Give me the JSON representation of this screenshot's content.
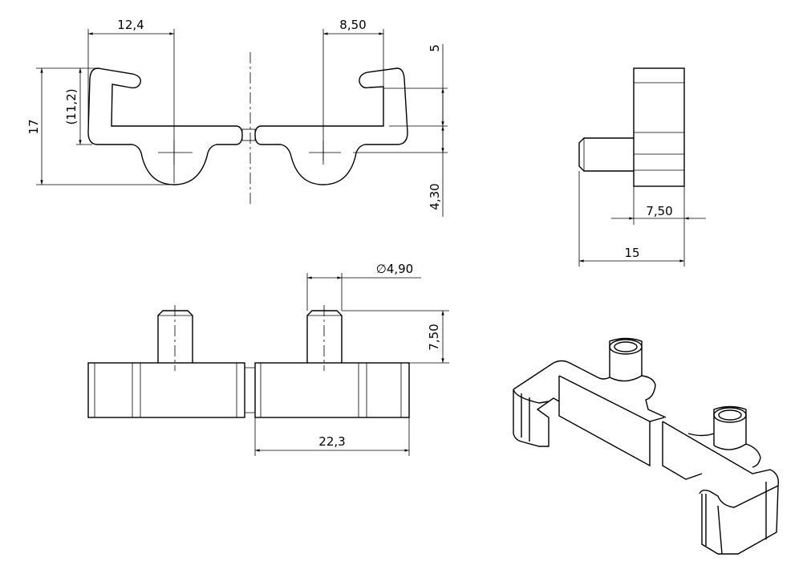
{
  "drawing": {
    "top_view": {
      "width_left_to_center": "12,4",
      "width_right_center": "8,50",
      "height_total": "17",
      "height_reference": "(11,2)",
      "hook_depth": "5",
      "offset": "4,30"
    },
    "side_view": {
      "pin_length": "7,50",
      "total_depth": "15"
    },
    "front_view": {
      "pin_diameter": "∅4,90",
      "pin_height": "7,50",
      "half_width": "22,3"
    },
    "iso_view": {}
  }
}
